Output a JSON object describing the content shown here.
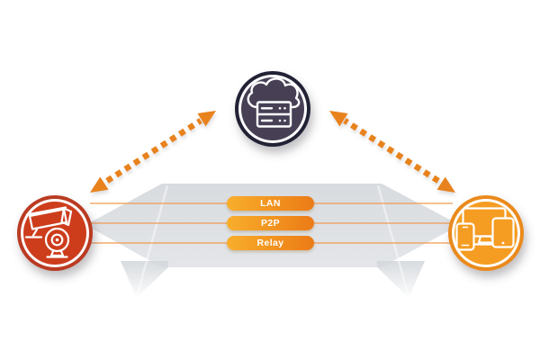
{
  "theme": {
    "background": "#ffffff",
    "band-gray-top": "#d8dbdf",
    "band-gray-bottom": "#e4e6e9",
    "wedge-gray": "#d3d7db",
    "dash-orange": "#e8821c",
    "pill-grad-start": "#f8ae2b",
    "pill-grad-end": "#ec7b16",
    "line-orange": "#f09a4f",
    "cloud-ring": "#232036",
    "cloud-fill": "#474055",
    "camera-ring": "#b93a20",
    "camera-fill": "#cd3e1d",
    "devices-ring": "#ea8a1b",
    "devices-fill": "#f59c20",
    "icon-stroke": "#ffffff"
  },
  "diagram": {
    "nodes": [
      {
        "id": "cloud-server",
        "icon": "cloud-server-icon"
      },
      {
        "id": "cctv-camera",
        "icon": "cctv-camera-icon"
      },
      {
        "id": "client-devices",
        "icon": "client-devices-icon"
      }
    ],
    "connection_labels": [
      "LAN",
      "P2P",
      "Relay"
    ]
  }
}
